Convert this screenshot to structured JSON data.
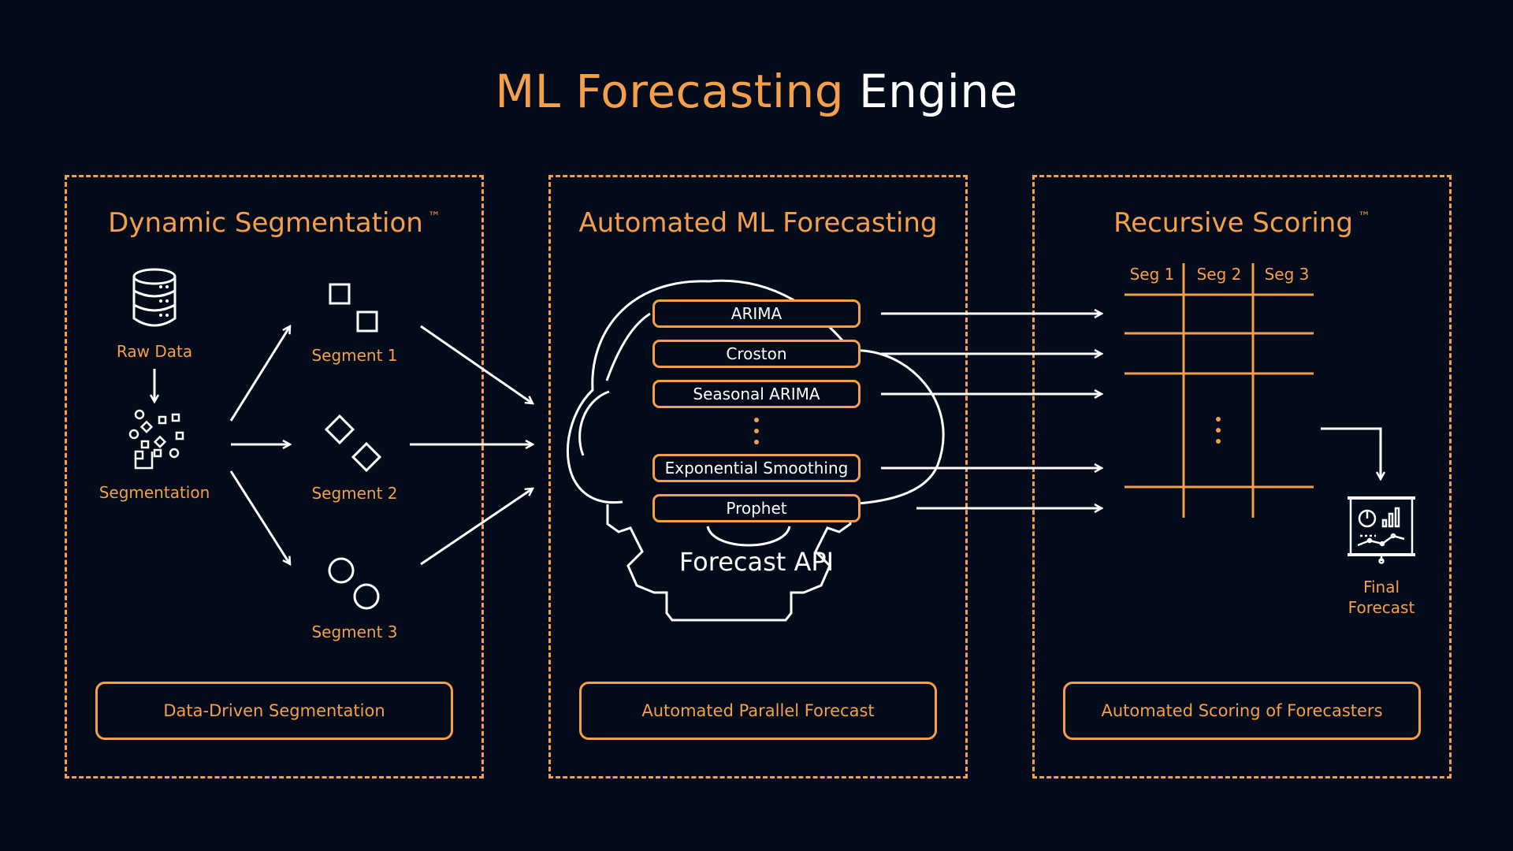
{
  "title": {
    "accent": "ML Forecasting",
    "rest": "Engine"
  },
  "panels": [
    {
      "title": "Dynamic Segmentation",
      "tm": "™",
      "footer": "Data-Driven Segmentation"
    },
    {
      "title": "Automated ML Forecasting",
      "footer": "Automated Parallel Forecast"
    },
    {
      "title": "Recursive Scoring",
      "tm": "™",
      "footer": "Automated Scoring of Forecasters"
    }
  ],
  "segmentation": {
    "raw_data": "Raw Data",
    "segmentation": "Segmentation",
    "segments": [
      "Segment 1",
      "Segment 2",
      "Segment 3"
    ]
  },
  "forecasting": {
    "models": [
      "ARIMA",
      "Croston",
      "Seasonal ARIMA",
      "Exponential Smoothing",
      "Prophet"
    ],
    "api_label": "Forecast API"
  },
  "scoring": {
    "columns": [
      "Seg 1",
      "Seg 2",
      "Seg 3"
    ],
    "final_line1": "Final",
    "final_line2": "Forecast"
  },
  "colors": {
    "accent": "#f4a04b",
    "background": "#040b1a",
    "line": "#ffffff"
  }
}
